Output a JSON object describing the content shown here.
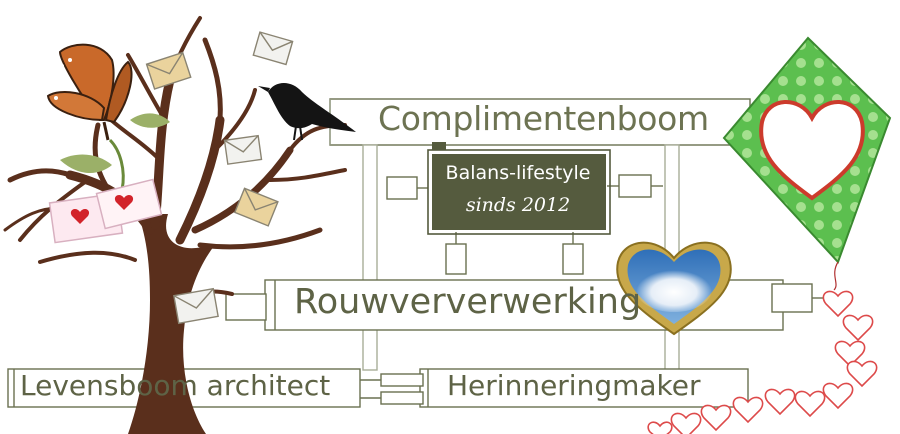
{
  "colors": {
    "olive": "#545a3d",
    "trunk": "#5a2f1c",
    "kite_green": "#5fc050",
    "heart_red": "#d2232a",
    "sky_blue": "#3b7ac0"
  },
  "title": {
    "bold": "Complimenten",
    "rest": "boom"
  },
  "badge": {
    "line1": "Balans-lifestyle",
    "line2": "sinds 2012"
  },
  "labels": {
    "rouw": "Rouwververwerking",
    "levens": "Levensboom architect",
    "herinnering": "Herinneringmaker"
  },
  "icons": [
    "tree-icon",
    "butterfly-icon",
    "crow-icon",
    "envelope-icon",
    "kite-icon",
    "cloud-heart-icon",
    "heart-icon"
  ]
}
